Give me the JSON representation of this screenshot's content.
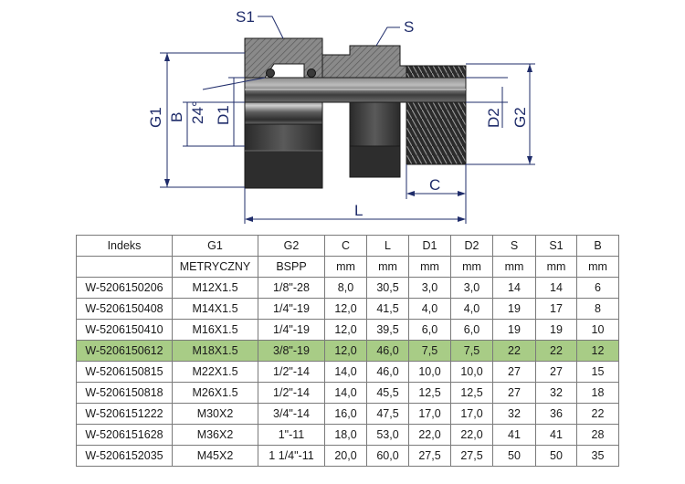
{
  "drawing": {
    "labels": {
      "s1": "S1",
      "s": "S",
      "g1": "G1",
      "b": "B",
      "angle": "24°",
      "d1": "D1",
      "d2": "D2",
      "g2": "G2",
      "c": "C",
      "l": "L"
    }
  },
  "table": {
    "header": [
      "Indeks",
      "G1",
      "G2",
      "C",
      "L",
      "D1",
      "D2",
      "S",
      "S1",
      "B"
    ],
    "units": [
      "",
      "METRYCZNY",
      "BSPP",
      "mm",
      "mm",
      "mm",
      "mm",
      "mm",
      "mm",
      "mm"
    ],
    "highlighted_row": 3,
    "rows": [
      [
        "W-5206150206",
        "M12X1.5",
        "1/8\"-28",
        "8,0",
        "30,5",
        "3,0",
        "3,0",
        "14",
        "14",
        "6"
      ],
      [
        "W-5206150408",
        "M14X1.5",
        "1/4\"-19",
        "12,0",
        "41,5",
        "4,0",
        "4,0",
        "19",
        "17",
        "8"
      ],
      [
        "W-5206150410",
        "M16X1.5",
        "1/4\"-19",
        "12,0",
        "39,5",
        "6,0",
        "6,0",
        "19",
        "19",
        "10"
      ],
      [
        "W-5206150612",
        "M18X1.5",
        "3/8\"-19",
        "12,0",
        "46,0",
        "7,5",
        "7,5",
        "22",
        "22",
        "12"
      ],
      [
        "W-5206150815",
        "M22X1.5",
        "1/2\"-14",
        "14,0",
        "46,0",
        "10,0",
        "10,0",
        "27",
        "27",
        "15"
      ],
      [
        "W-5206150818",
        "M26X1.5",
        "1/2\"-14",
        "14,0",
        "45,5",
        "12,5",
        "12,5",
        "27",
        "32",
        "18"
      ],
      [
        "W-5206151222",
        "M30X2",
        "3/4\"-14",
        "16,0",
        "47,5",
        "17,0",
        "17,0",
        "32",
        "36",
        "22"
      ],
      [
        "W-5206151628",
        "M36X2",
        "1\"-11",
        "18,0",
        "53,0",
        "22,0",
        "22,0",
        "41",
        "41",
        "28"
      ],
      [
        "W-5206152035",
        "M45X2",
        "1 1/4\"-11",
        "20,0",
        "60,0",
        "27,5",
        "27,5",
        "50",
        "50",
        "35"
      ]
    ]
  }
}
